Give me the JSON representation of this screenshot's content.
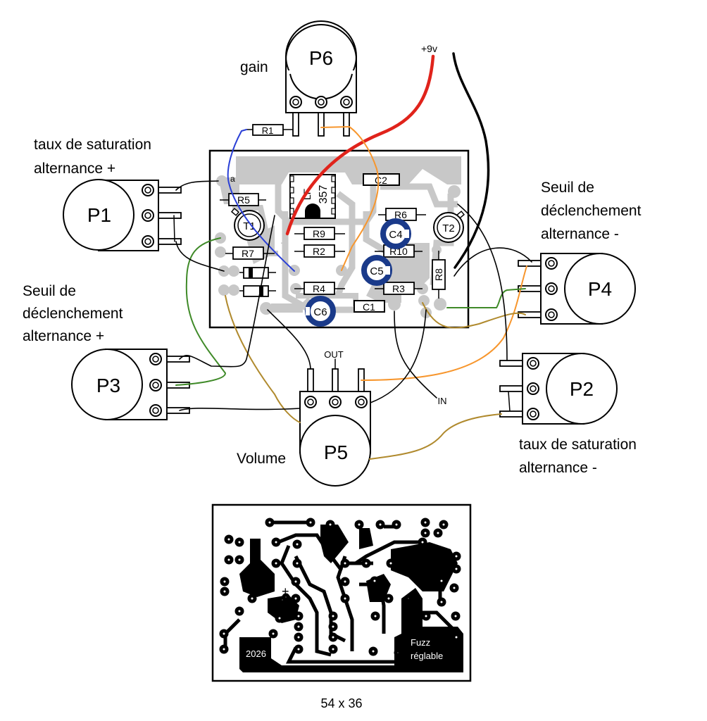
{
  "title": "Fuzz réglable - plan de câblage",
  "colors": {
    "pcb_copper": "#c8c8c8",
    "cap_ring": "#1a3a8a",
    "wire_red": "#e0231b",
    "wire_black": "#000000",
    "wire_blue": "#2a3fd6",
    "wire_orange": "#f7962d",
    "wire_green": "#3f8a28",
    "wire_ochre": "#b08a2e"
  },
  "labels": {
    "gain": "gain",
    "p1_line1": "taux de saturation",
    "p1_line2": "alternance +",
    "p3_line1": "Seuil de",
    "p3_line2": "déclenchement",
    "p3_line3": "alternance +",
    "p4_line1": "Seuil de",
    "p4_line2": "déclenchement",
    "p4_line3": "alternance -",
    "p2_line1": "taux de saturation",
    "p2_line2": "alternance -",
    "volume": "Volume",
    "power": "+9v",
    "out": "OUT",
    "in": "IN",
    "pad_a": "a",
    "plus": "+"
  },
  "potentiometers": {
    "p1": "P1",
    "p2": "P2",
    "p3": "P3",
    "p4": "P4",
    "p5": "P5",
    "p6": "P6"
  },
  "components": {
    "r1": "R1",
    "r2": "R2",
    "r3": "R3",
    "r4": "R4",
    "r5": "R5",
    "r6": "R6",
    "r7": "R7",
    "r8": "R8",
    "r9": "R9",
    "r10": "R10",
    "c1": "C1",
    "c2": "C2",
    "c4": "C4",
    "c5": "C5",
    "c6": "C6",
    "t1": "T1",
    "t2": "T2",
    "ic_line1": "LF",
    "ic_line2": "357"
  },
  "pcb_bottom": {
    "year": "2026",
    "name_line1": "Fuzz",
    "name_line2": "réglable"
  },
  "dimensions": "54 x 36"
}
